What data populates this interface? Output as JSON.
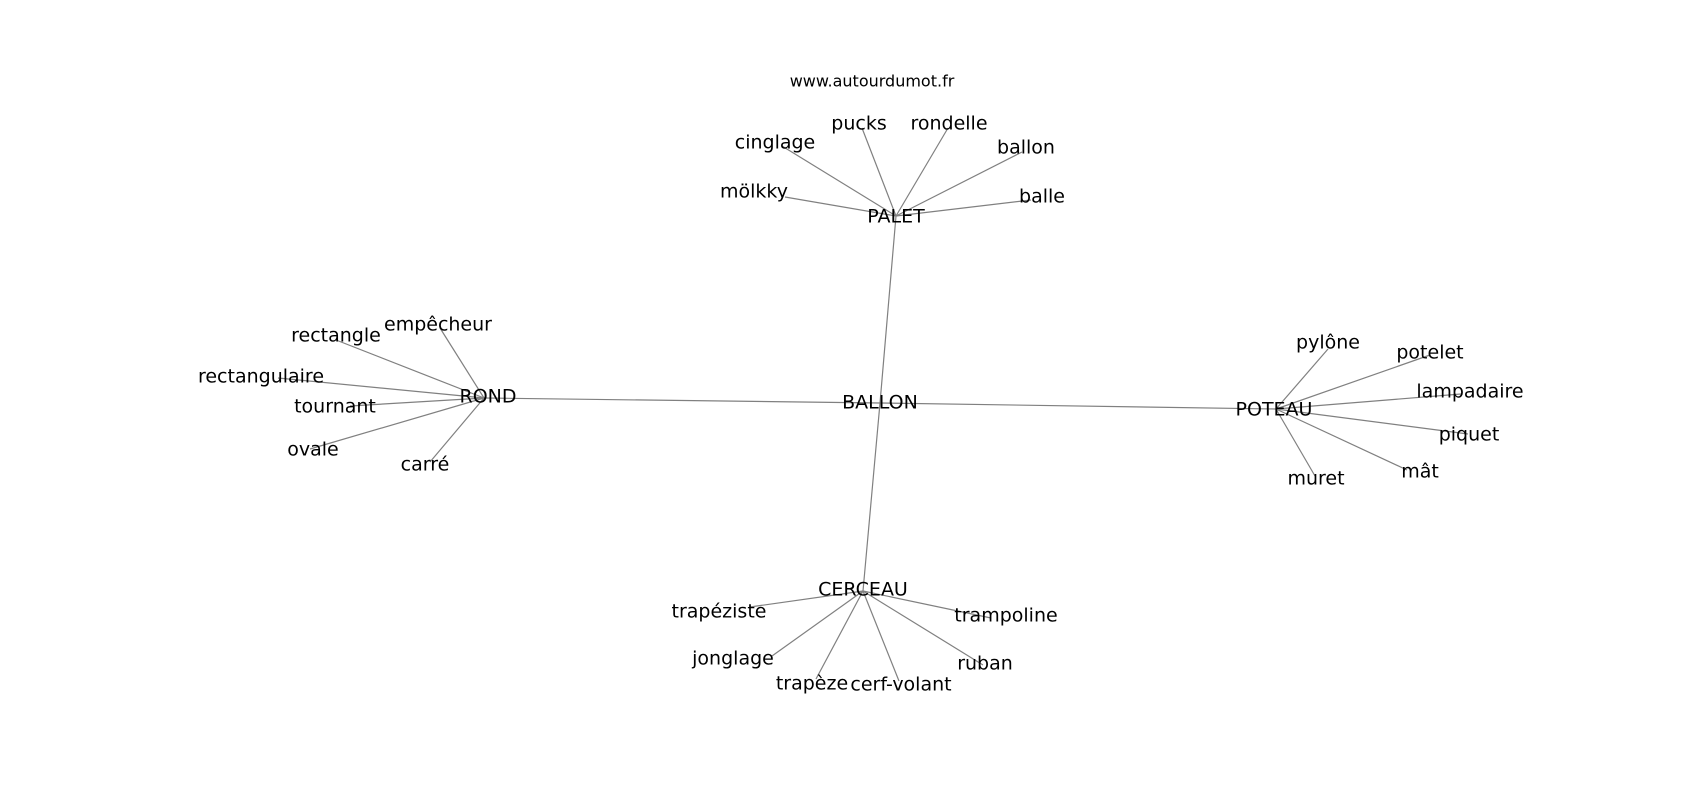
{
  "site": "www.autourdumot.fr",
  "center": "BALLON",
  "clusters": [
    {
      "hub": "PALET",
      "words": [
        "mölkky",
        "cinglage",
        "pucks",
        "rondelle",
        "ballon",
        "balle"
      ]
    },
    {
      "hub": "ROND",
      "words": [
        "rectangle",
        "empêcheur",
        "rectangulaire",
        "tournant",
        "ovale",
        "carré"
      ]
    },
    {
      "hub": "POTEAU",
      "words": [
        "pylône",
        "potelet",
        "lampadaire",
        "piquet",
        "mât",
        "muret"
      ]
    },
    {
      "hub": "CERCEAU",
      "words": [
        "trapéziste",
        "jonglage",
        "trapèze",
        "cerf-volant",
        "ruban",
        "trampoline"
      ]
    }
  ]
}
